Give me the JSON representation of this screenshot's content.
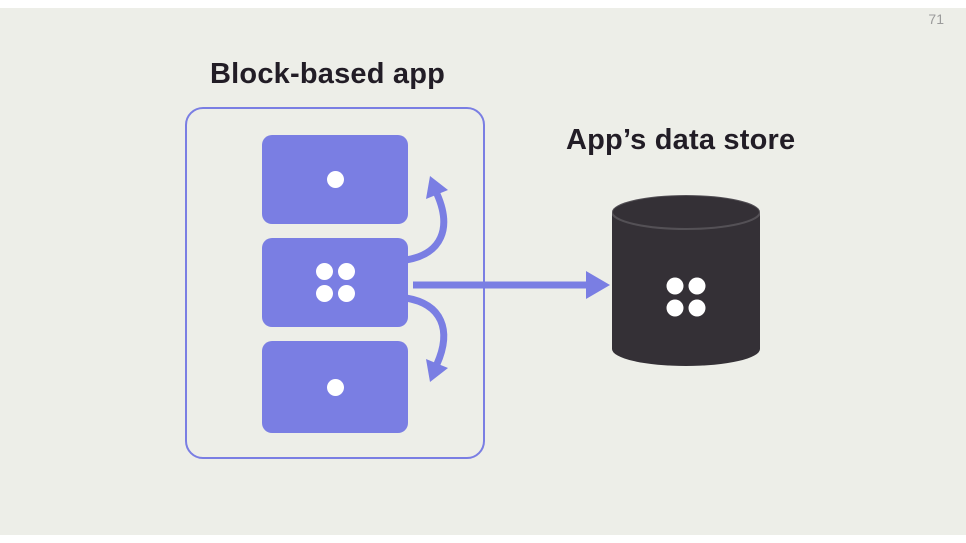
{
  "page": {
    "number": "71"
  },
  "diagram": {
    "app": {
      "title": "Block-based app",
      "blocks": [
        {
          "name": "top-block",
          "dots": 1
        },
        {
          "name": "middle-block",
          "dots": 4
        },
        {
          "name": "bottom-block",
          "dots": 1
        }
      ]
    },
    "arrows": [
      {
        "name": "middle-to-top",
        "type": "curved-up"
      },
      {
        "name": "middle-to-bottom",
        "type": "curved-down"
      },
      {
        "name": "middle-to-datastore",
        "type": "straight-right"
      }
    ],
    "datastore": {
      "title": "App’s data store",
      "dots": 4
    }
  },
  "colors": {
    "background": "#edeee8",
    "accent": "#7a7ee3",
    "dark": "#343036",
    "text": "#221d26",
    "pagenum": "#9b9b9b",
    "white": "#ffffff"
  }
}
